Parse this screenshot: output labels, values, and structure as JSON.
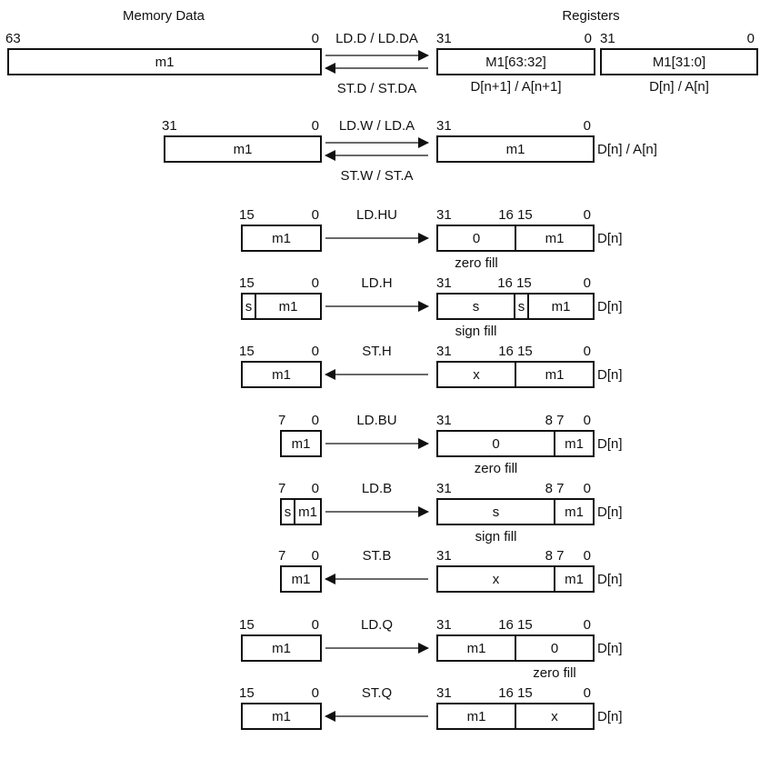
{
  "header": {
    "memory_title": "Memory Data",
    "registers_title": "Registers"
  },
  "rows": [
    {
      "mem": {
        "hi": "63",
        "lo": "0",
        "cells": [
          "m1"
        ]
      },
      "ops": [
        {
          "label": "LD.D / LD.DA",
          "dir": "right"
        },
        {
          "label": "ST.D / ST.DA",
          "dir": "left"
        }
      ],
      "regs": [
        {
          "hi": "31",
          "lo": "0",
          "cells": [
            "M1[63:32]"
          ],
          "under": "D[n+1] / A[n+1]"
        },
        {
          "hi": "31",
          "lo": "0",
          "cells": [
            "M1[31:0]"
          ],
          "under": "D[n] / A[n]"
        }
      ]
    },
    {
      "mem": {
        "hi": "31",
        "lo": "0",
        "cells": [
          "m1"
        ]
      },
      "ops": [
        {
          "label": "LD.W / LD.A",
          "dir": "right"
        },
        {
          "label": "ST.W / ST.A",
          "dir": "left"
        }
      ],
      "regs": [
        {
          "hi": "31",
          "lo": "0",
          "cells": [
            "m1"
          ],
          "side": "D[n] / A[n]"
        }
      ]
    },
    {
      "mem": {
        "hi": "15",
        "lo": "0",
        "cells": [
          "m1"
        ]
      },
      "ops": [
        {
          "label": "LD.HU",
          "dir": "right"
        }
      ],
      "regs": [
        {
          "hi": "31",
          "mid": "16 15",
          "lo": "0",
          "cells": [
            "0",
            "m1"
          ],
          "side": "D[n]",
          "below": "zero fill"
        }
      ]
    },
    {
      "mem": {
        "hi": "15",
        "lo": "0",
        "cells": [
          "s",
          "m1"
        ]
      },
      "ops": [
        {
          "label": "LD.H",
          "dir": "right"
        }
      ],
      "regs": [
        {
          "hi": "31",
          "mid": "16 15",
          "lo": "0",
          "cells": [
            "s",
            "s",
            "m1"
          ],
          "side": "D[n]",
          "below": "sign fill"
        }
      ]
    },
    {
      "mem": {
        "hi": "15",
        "lo": "0",
        "cells": [
          "m1"
        ]
      },
      "ops": [
        {
          "label": "ST.H",
          "dir": "left"
        }
      ],
      "regs": [
        {
          "hi": "31",
          "mid": "16 15",
          "lo": "0",
          "cells": [
            "x",
            "m1"
          ],
          "side": "D[n]"
        }
      ]
    },
    {
      "mem": {
        "hi": "7",
        "lo": "0",
        "cells": [
          "m1"
        ]
      },
      "ops": [
        {
          "label": "LD.BU",
          "dir": "right"
        }
      ],
      "regs": [
        {
          "hi": "31",
          "mid": "8 7",
          "lo": "0",
          "cells": [
            "0",
            "m1"
          ],
          "side": "D[n]",
          "below": "zero fill"
        }
      ]
    },
    {
      "mem": {
        "hi": "7",
        "lo": "0",
        "cells": [
          "s",
          "m1"
        ]
      },
      "ops": [
        {
          "label": "LD.B",
          "dir": "right"
        }
      ],
      "regs": [
        {
          "hi": "31",
          "mid": "8 7",
          "lo": "0",
          "cells": [
            "s",
            "m1"
          ],
          "side": "D[n]",
          "below": "sign fill"
        }
      ]
    },
    {
      "mem": {
        "hi": "7",
        "lo": "0",
        "cells": [
          "m1"
        ]
      },
      "ops": [
        {
          "label": "ST.B",
          "dir": "left"
        }
      ],
      "regs": [
        {
          "hi": "31",
          "mid": "8 7",
          "lo": "0",
          "cells": [
            "x",
            "m1"
          ],
          "side": "D[n]"
        }
      ]
    },
    {
      "mem": {
        "hi": "15",
        "lo": "0",
        "cells": [
          "m1"
        ]
      },
      "ops": [
        {
          "label": "LD.Q",
          "dir": "right"
        }
      ],
      "regs": [
        {
          "hi": "31",
          "mid": "16 15",
          "lo": "0",
          "cells": [
            "m1",
            "0"
          ],
          "side": "D[n]",
          "below": "zero fill"
        }
      ]
    },
    {
      "mem": {
        "hi": "15",
        "lo": "0",
        "cells": [
          "m1"
        ]
      },
      "ops": [
        {
          "label": "ST.Q",
          "dir": "left"
        }
      ],
      "regs": [
        {
          "hi": "31",
          "mid": "16 15",
          "lo": "0",
          "cells": [
            "m1",
            "x"
          ],
          "side": "D[n]"
        }
      ]
    }
  ]
}
